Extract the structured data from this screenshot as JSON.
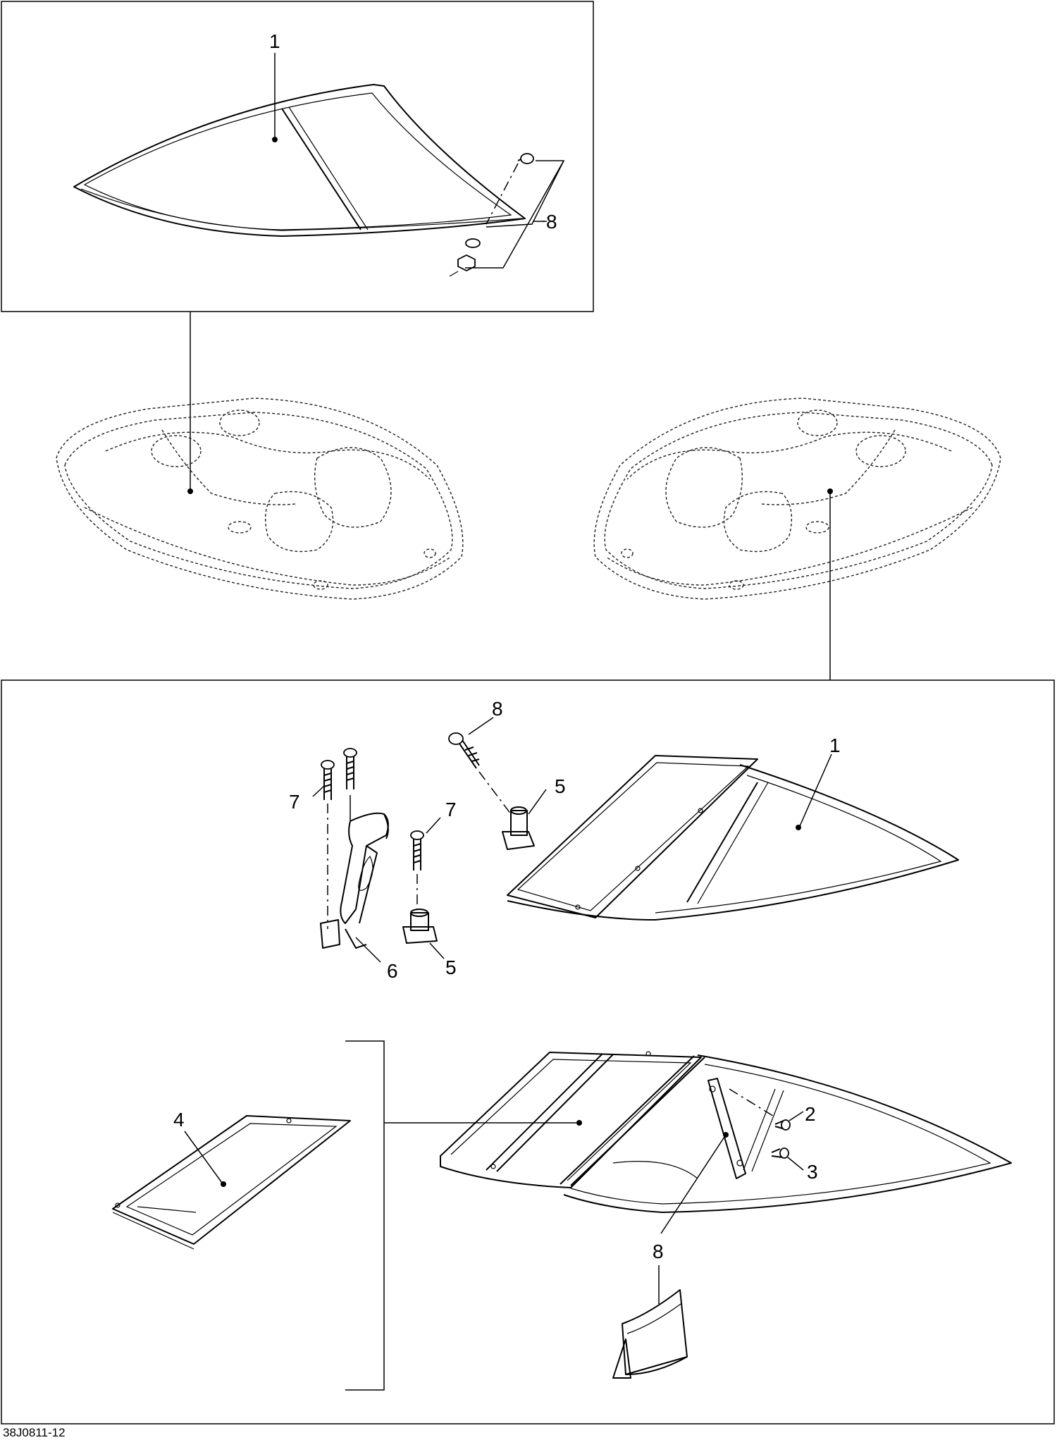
{
  "figure": {
    "code": "38J0811-12"
  },
  "callouts": {
    "top_1": "1",
    "top_8": "8",
    "bot_8_screw": "8",
    "bot_1": "1",
    "bot_7_left": "7",
    "bot_7_right": "7",
    "bot_5_upper": "5",
    "bot_5_lower": "5",
    "bot_6": "6",
    "bot_4": "4",
    "bot_2": "2",
    "bot_3": "3",
    "bot_8_kit": "8"
  }
}
